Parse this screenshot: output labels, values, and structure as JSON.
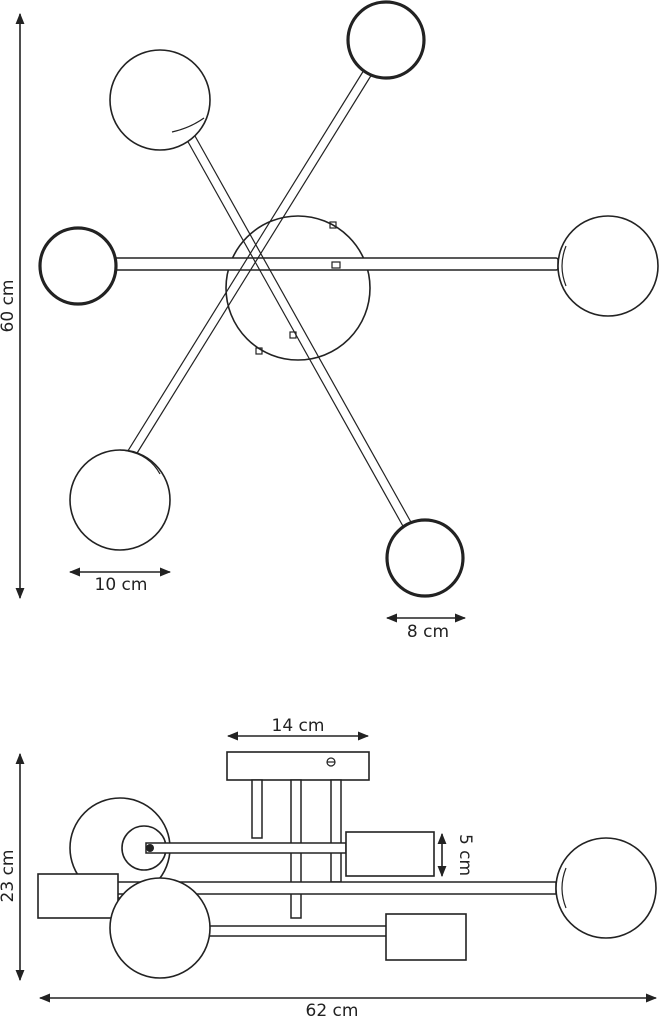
{
  "top_view": {
    "height_label": "60 cm",
    "globe_large_label": "10 cm",
    "globe_small_label": "8 cm"
  },
  "side_view": {
    "canopy_label": "14 cm",
    "height_label": "23 cm",
    "holder_label": "5 cm",
    "width_label": "62 cm"
  },
  "colors": {
    "line": "#222222",
    "background": "#ffffff"
  }
}
